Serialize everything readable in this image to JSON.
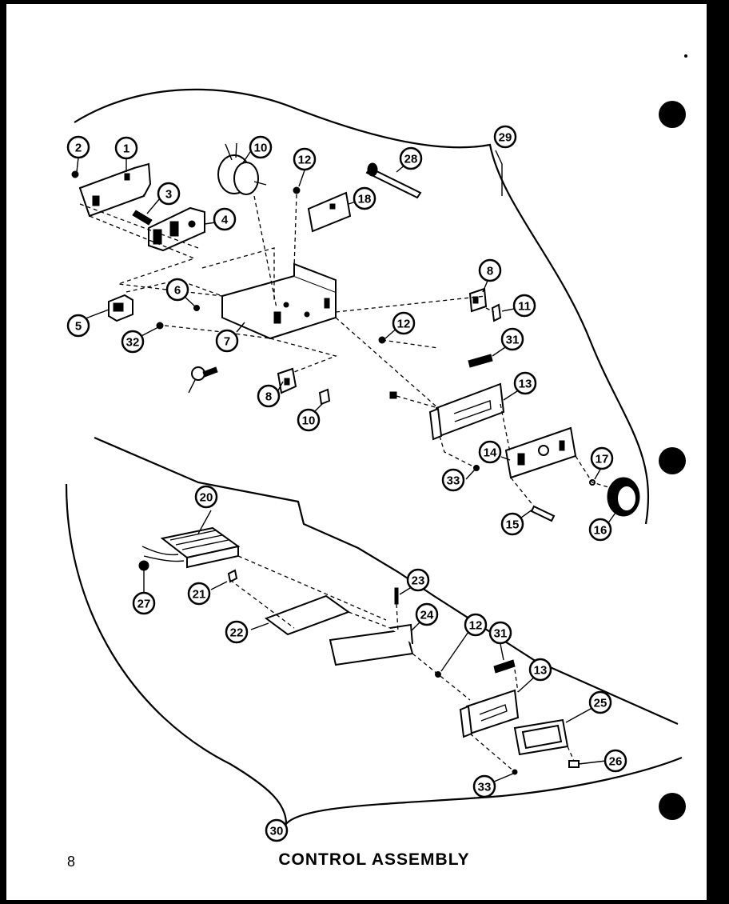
{
  "title": "CONTROL ASSEMBLY",
  "page_number": "8",
  "callouts": [
    "1",
    "2",
    "3",
    "4",
    "5",
    "6",
    "7",
    "8",
    "8",
    "10",
    "10",
    "11",
    "12",
    "12",
    "12",
    "13",
    "13",
    "14",
    "15",
    "16",
    "17",
    "18",
    "20",
    "21",
    "22",
    "23",
    "24",
    "25",
    "26",
    "26",
    "27",
    "28",
    "29",
    "30",
    "31",
    "31",
    "32",
    "33",
    "33"
  ]
}
